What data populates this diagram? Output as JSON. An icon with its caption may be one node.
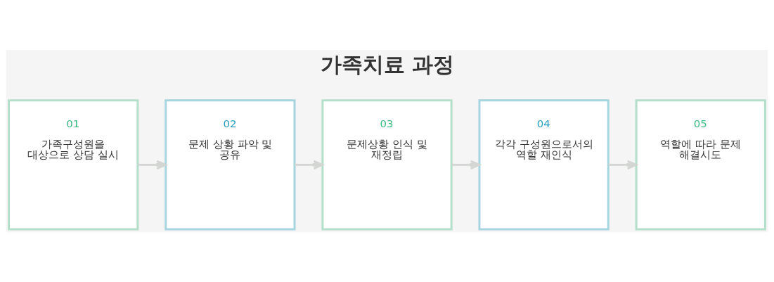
{
  "diagram": {
    "title": "가족치료 과정",
    "nodes": [
      {
        "text": [
          "01",
          "가족구성원을 대상으로 상담 실시"
        ]
      },
      {
        "text": [
          "02",
          "문제 상황 파악 및 공유"
        ]
      },
      {
        "text": [
          "03",
          "문제상황 인식 및 재정립"
        ]
      },
      {
        "text": [
          "04",
          "각각 구성원으로서의 역할 재인식"
        ]
      },
      {
        "text": [
          "05",
          "역할에 따라 문제 해결시도"
        ]
      }
    ],
    "edges": [
      {
        "from": 0,
        "to": 1,
        "arrow": "to"
      },
      {
        "from": 1,
        "to": 2,
        "arrow": "to"
      },
      {
        "from": 2,
        "to": 3,
        "arrow": "to"
      },
      {
        "from": 3,
        "to": 4,
        "arrow": "to"
      }
    ]
  }
}
